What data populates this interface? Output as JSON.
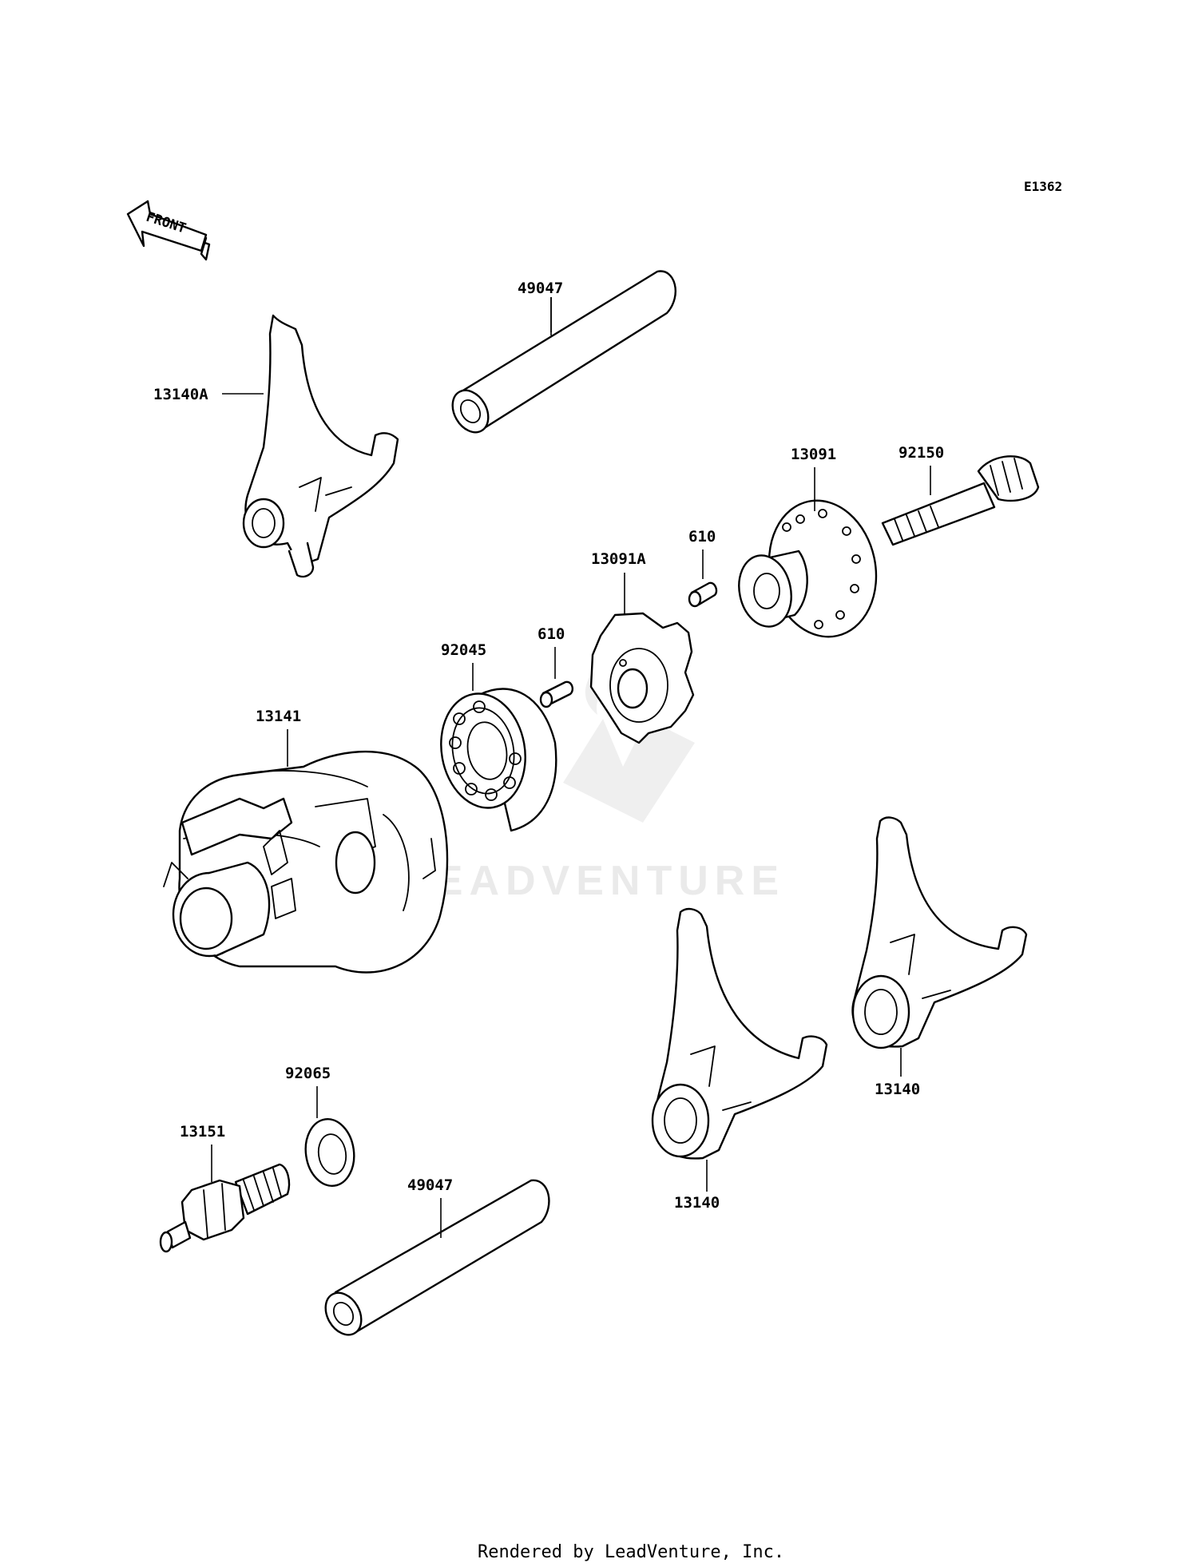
{
  "diagram_code": "E1362",
  "front_label": "FRONT",
  "watermark": "LEADVENTURE",
  "footer": "Rendered by LeadVenture, Inc.",
  "parts": {
    "p1": "49047",
    "p2": "13140A",
    "p3": "13091",
    "p4": "92150",
    "p5": "13091A",
    "p6": "610",
    "p7": "610",
    "p8": "92045",
    "p9": "13141",
    "p10": "92065",
    "p11": "13151",
    "p12": "49047",
    "p13": "13140",
    "p14": "13140"
  }
}
